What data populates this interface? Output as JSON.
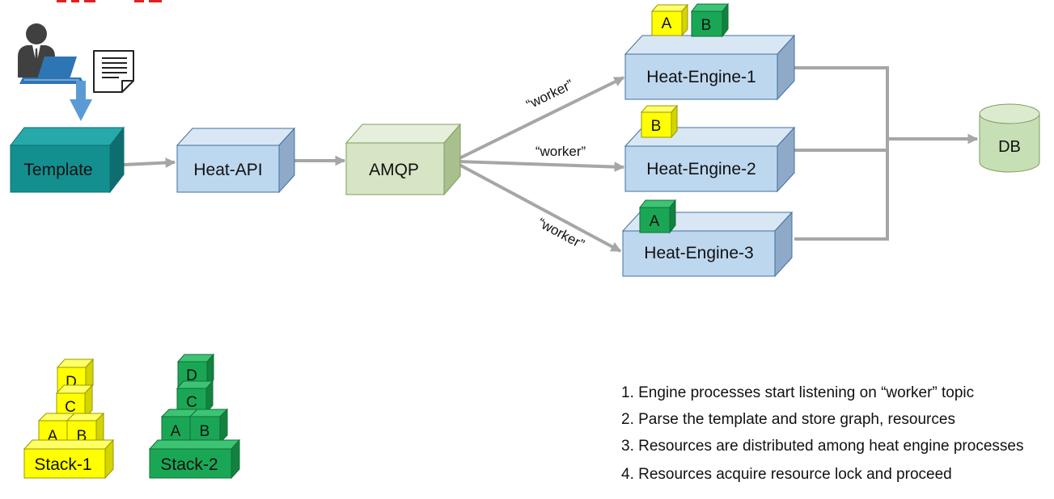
{
  "colors": {
    "template": "#138F90",
    "api": "#BDD7EE",
    "amqp": "#D6E5C4",
    "engine": "#BDD7EE",
    "db": "#C6DFB4",
    "yellow": "#FFFF00",
    "green": "#1AA755",
    "arrow": "#A6A6A6",
    "person": "#404040",
    "laptop": "#2E75B6",
    "down_arrow": "#5B9BD5"
  },
  "icons": {
    "user": "user-icon",
    "document": "document-icon",
    "laptop": "laptop-icon"
  },
  "nodes": {
    "template": "Template",
    "heat_api": "Heat-API",
    "amqp": "AMQP",
    "engine_1": "Heat-Engine-1",
    "engine_2": "Heat-Engine-2",
    "engine_3": "Heat-Engine-3",
    "db": "DB"
  },
  "edges": {
    "worker_1": "“worker”",
    "worker_2": "“worker”",
    "worker_3": "“worker”"
  },
  "engine_blocks": {
    "engine_1": [
      "A",
      "B"
    ],
    "engine_2": [
      "B"
    ],
    "engine_3": [
      "A"
    ]
  },
  "stacks": {
    "stack_1": {
      "label": "Stack-1",
      "blocks": [
        "D",
        "C",
        "A",
        "B"
      ]
    },
    "stack_2": {
      "label": "Stack-2",
      "blocks": [
        "D",
        "C",
        "A",
        "B"
      ]
    }
  },
  "steps": [
    "1. Engine processes start listening on “worker” topic",
    "2. Parse the template and store graph, resources",
    "3. Resources are distributed among heat engine processes",
    "4. Resources acquire resource lock and proceed"
  ]
}
